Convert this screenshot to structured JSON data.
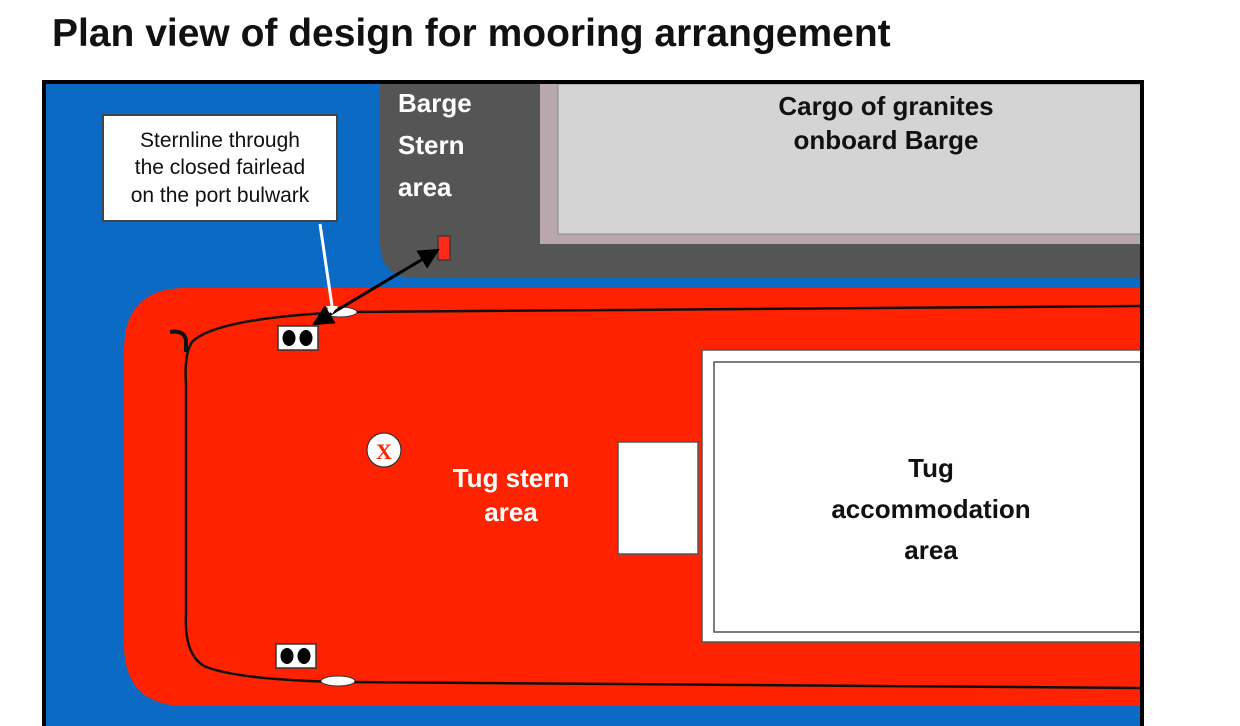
{
  "title": "Plan view of design for mooring arrangement",
  "colors": {
    "water": "#0a6ac4",
    "barge_deck": "#555555",
    "cargo": "#d4d4d4",
    "tug_hull": "#ff2200",
    "accommodation": "#ffffff",
    "bitt_marker": "#ff2a1a"
  },
  "labels": {
    "barge_stern": [
      "Barge",
      "Stern",
      "area"
    ],
    "cargo": [
      "Cargo of granites",
      "onboard Barge"
    ],
    "tug_stern": [
      "Tug stern",
      "area"
    ],
    "tug_accommodation": [
      "Tug",
      "accommodation",
      "area"
    ],
    "marker_x": "X"
  },
  "callout": {
    "lines": [
      "Sternline through",
      "the closed fairlead",
      "on the port bulwark"
    ]
  },
  "icons": [
    "mooring-bitt-icon",
    "fairlead-icon",
    "cross-marker-icon",
    "double-arrow-icon"
  ]
}
